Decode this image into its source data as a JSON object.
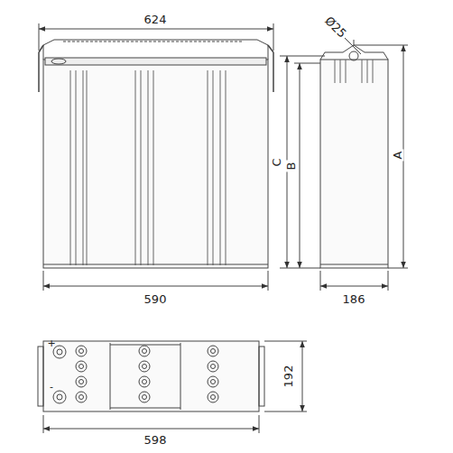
{
  "diagram": {
    "labels": [
      "624",
      "Ø25",
      "C",
      "B",
      "A",
      "590",
      "186",
      "+",
      "-",
      "192",
      "598"
    ]
  }
}
